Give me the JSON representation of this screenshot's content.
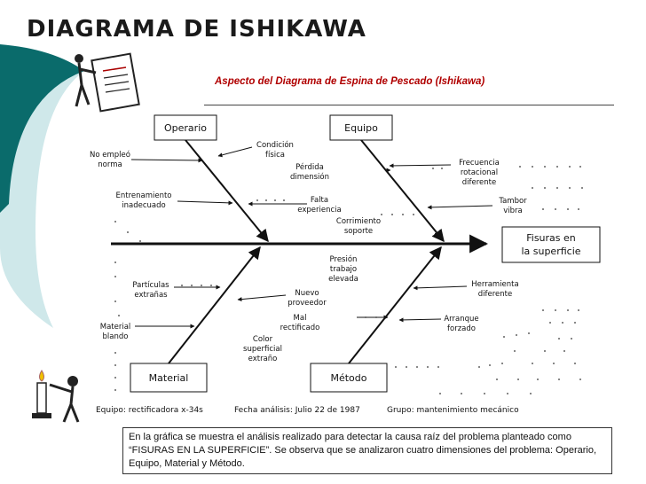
{
  "slide_title": "DIAGRAMA DE ISHIKAWA",
  "subtitle": "Aspecto del Diagrama de Espina de Pescado (Ishikawa)",
  "effect": [
    "Fisuras en",
    "la superficie"
  ],
  "categories": {
    "operario": "Operario",
    "equipo": "Equipo",
    "material": "Material",
    "metodo": "Método"
  },
  "causes": {
    "no_empleo_norma": [
      "No empleó",
      "norma"
    ],
    "condicion_fisica": [
      "Condición",
      "física"
    ],
    "entrenamiento": [
      "Entrenamiento",
      "inadecuado"
    ],
    "perdida_dimension": [
      "Pérdida",
      "dimensión"
    ],
    "falta_experiencia": [
      "Falta",
      "experiencia"
    ],
    "frecuencia_rotacional": [
      "Frecuencia",
      "rotacional",
      "diferente"
    ],
    "tambor_vibra": [
      "Tambor",
      "vibra"
    ],
    "corrimiento_soporte": [
      "Corrimiento",
      "soporte"
    ],
    "particulas_extranas": [
      "Partículas",
      "extrañas"
    ],
    "material_blando": [
      "Material",
      "blando"
    ],
    "nuevo_proveedor": [
      "Nuevo",
      "proveedor"
    ],
    "mal_rectificado": [
      "Mal",
      "rectificado"
    ],
    "color_superficial": [
      "Color",
      "superficial",
      "extraño"
    ],
    "presion_trabajo": [
      "Presión",
      "trabajo",
      "elevada"
    ],
    "herramienta_diferente": [
      "Herramienta",
      "diferente"
    ],
    "arranque_forzado": [
      "Arranque",
      "forzado"
    ]
  },
  "footer": {
    "equipo": "Equipo: rectificadora x-34s",
    "fecha": "Fecha análisis: Julio 22 de 1987",
    "grupo": "Grupo: mantenimiento mecánico"
  },
  "note": "En la gráfica se muestra el análisis realizado para detectar la causa raíz del problema planteado como “FISURAS EN LA SUPERFICIE”. Se observa que se analizaron cuatro dimensiones del problema: Operario, Equipo, Material y Método.",
  "colors": {
    "teal": "#0a6b6b",
    "light_teal": "#cfe8ea",
    "subtitle": "#b00000"
  }
}
